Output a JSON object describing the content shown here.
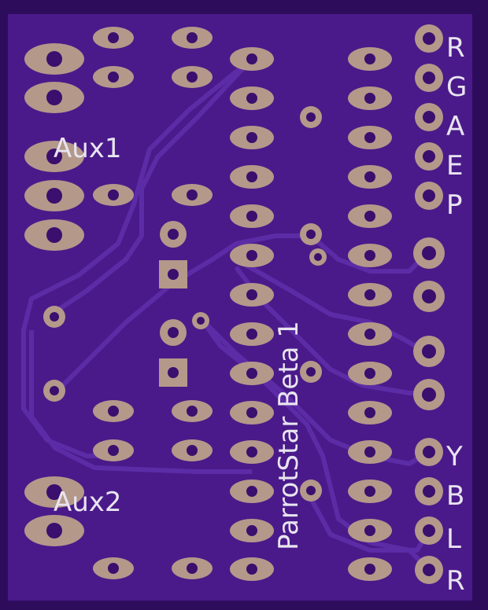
{
  "board": {
    "name_label": "ParrotStar Beta 1",
    "aux1_label": "Aux1",
    "aux2_label": "Aux2",
    "top_right_labels": [
      "R",
      "G",
      "A",
      "E",
      "P"
    ],
    "bottom_right_labels": [
      "Y",
      "B",
      "L",
      "R"
    ]
  },
  "colors": {
    "substrate": "#2c0a5a",
    "soldermask": "#4b1c8c",
    "trace": "#5a2aa3",
    "pad": "#b5978a",
    "hole": "#3a0f6e",
    "silkscreen": "#e8e4f0"
  }
}
